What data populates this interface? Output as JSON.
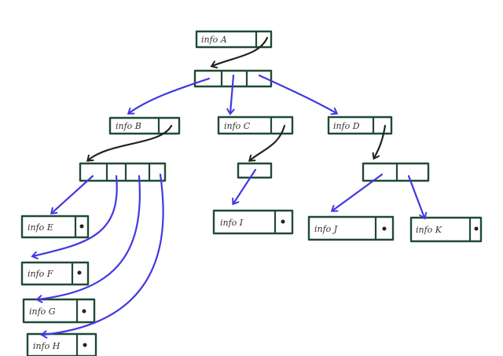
{
  "diagram": {
    "nodes": [
      {
        "id": "A",
        "label": "info A"
      },
      {
        "id": "B",
        "label": "info B"
      },
      {
        "id": "C",
        "label": "info C"
      },
      {
        "id": "D",
        "label": "info D"
      },
      {
        "id": "E",
        "label": "info E"
      },
      {
        "id": "F",
        "label": "info F"
      },
      {
        "id": "G",
        "label": "info G"
      },
      {
        "id": "H",
        "label": "info H"
      },
      {
        "id": "I",
        "label": "info I"
      },
      {
        "id": "J",
        "label": "info J"
      },
      {
        "id": "K",
        "label": "info K"
      }
    ],
    "colors": {
      "box": "#1f4a35",
      "pointer_arrow": "#222222",
      "child_arrow": "#4338e0"
    }
  }
}
